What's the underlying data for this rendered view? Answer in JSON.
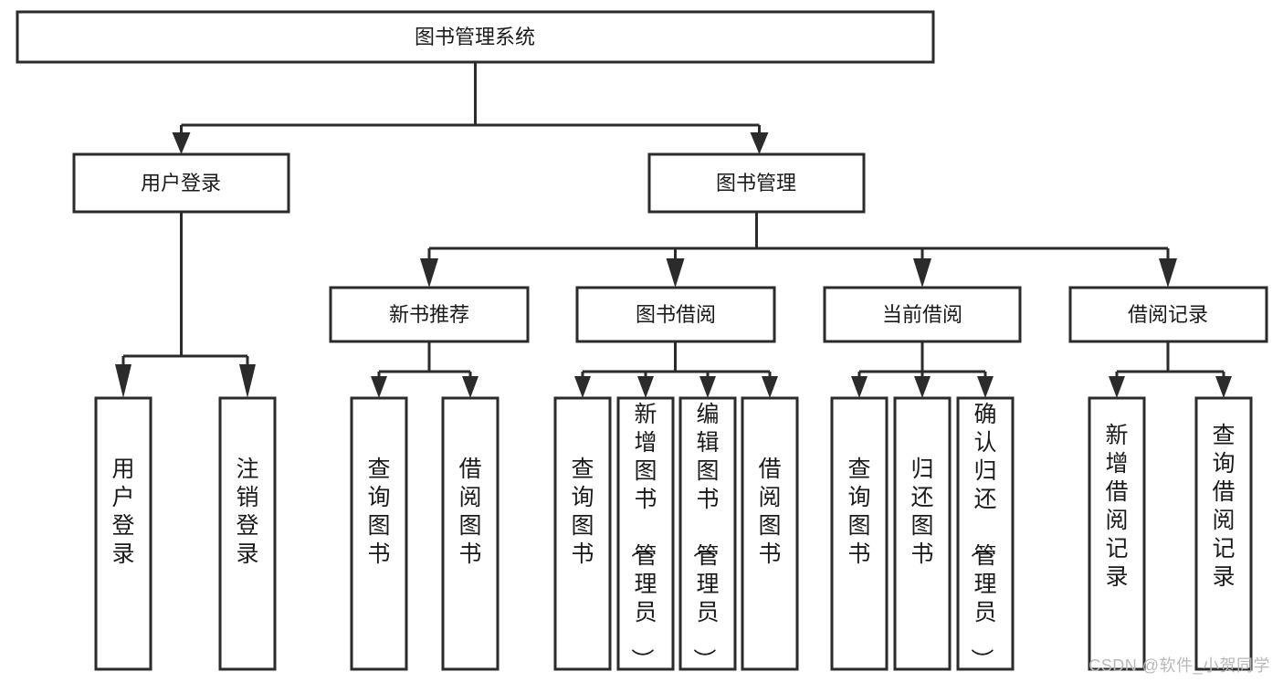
{
  "diagram": {
    "title": "图书管理系统",
    "type": "tree-hierarchy",
    "root": {
      "id": "root",
      "label": "图书管理系统",
      "orientation": "horizontal"
    },
    "level2": [
      {
        "id": "user-login",
        "label": "用户登录",
        "orientation": "horizontal"
      },
      {
        "id": "book-management",
        "label": "图书管理",
        "orientation": "horizontal"
      }
    ],
    "level3": [
      {
        "id": "new-book-recommend",
        "label": "新书推荐",
        "orientation": "horizontal",
        "parent": "book-management"
      },
      {
        "id": "book-borrow",
        "label": "图书借阅",
        "orientation": "horizontal",
        "parent": "book-management"
      },
      {
        "id": "current-borrow",
        "label": "当前借阅",
        "orientation": "horizontal",
        "parent": "book-management"
      },
      {
        "id": "borrow-record",
        "label": "借阅记录",
        "orientation": "horizontal",
        "parent": "book-management"
      }
    ],
    "leaves": [
      {
        "id": "leaf-user-login",
        "label": "用户登录",
        "orientation": "vertical",
        "parent": "user-login"
      },
      {
        "id": "leaf-user-logout",
        "label": "注销登录",
        "orientation": "vertical",
        "parent": "user-login"
      },
      {
        "id": "leaf-query-book-1",
        "label": "查询图书",
        "orientation": "vertical",
        "parent": "new-book-recommend"
      },
      {
        "id": "leaf-borrow-book-1",
        "label": "借阅图书",
        "orientation": "vertical",
        "parent": "new-book-recommend"
      },
      {
        "id": "leaf-query-book-2",
        "label": "查询图书",
        "orientation": "vertical",
        "parent": "book-borrow"
      },
      {
        "id": "leaf-add-book",
        "label": "新增图书（管理员）",
        "orientation": "vertical",
        "parent": "book-borrow"
      },
      {
        "id": "leaf-edit-book",
        "label": "编辑图书（管理员）",
        "orientation": "vertical",
        "parent": "book-borrow"
      },
      {
        "id": "leaf-borrow-book-2",
        "label": "借阅图书",
        "orientation": "vertical",
        "parent": "book-borrow"
      },
      {
        "id": "leaf-query-book-3",
        "label": "查询图书",
        "orientation": "vertical",
        "parent": "current-borrow"
      },
      {
        "id": "leaf-return-book",
        "label": "归还图书",
        "orientation": "vertical",
        "parent": "current-borrow"
      },
      {
        "id": "leaf-confirm-return",
        "label": "确认归还（管理员）",
        "orientation": "vertical",
        "parent": "current-borrow"
      },
      {
        "id": "leaf-add-record",
        "label": "新增借阅记录",
        "orientation": "vertical",
        "parent": "borrow-record"
      },
      {
        "id": "leaf-query-record",
        "label": "查询借阅记录",
        "orientation": "vertical",
        "parent": "borrow-record"
      }
    ],
    "colors": {
      "stroke": "#2b2b2b",
      "fill": "#ffffff",
      "text": "#1a1a1a",
      "watermark": "#b9b9b9"
    }
  },
  "watermark": {
    "text": "CSDN @软件_小贺同学"
  }
}
